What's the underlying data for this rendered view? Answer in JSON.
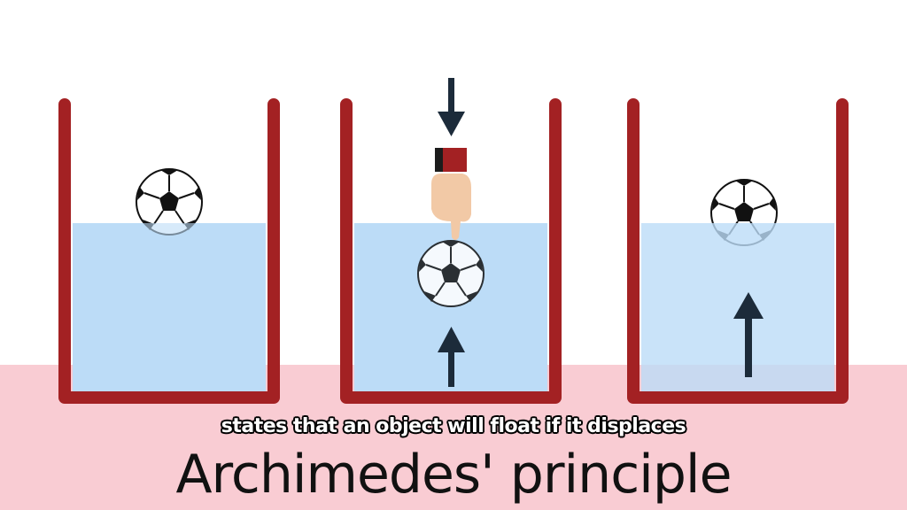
{
  "title": "Archimedes' principle",
  "caption": "states that an object will float if it displaces",
  "colors": {
    "background_top": "#ffffff",
    "background_bottom": "#f9ccd3",
    "container": "#a32123",
    "water": "#bcdcf7",
    "arrow": "#1c2b3a",
    "skin": "#f2c9a6"
  },
  "panels": [
    {
      "state": "floating",
      "arrows": []
    },
    {
      "state": "pushed-under",
      "arrows": [
        "down-force",
        "up-force"
      ]
    },
    {
      "state": "floating",
      "arrows": [
        "up-force"
      ]
    }
  ]
}
